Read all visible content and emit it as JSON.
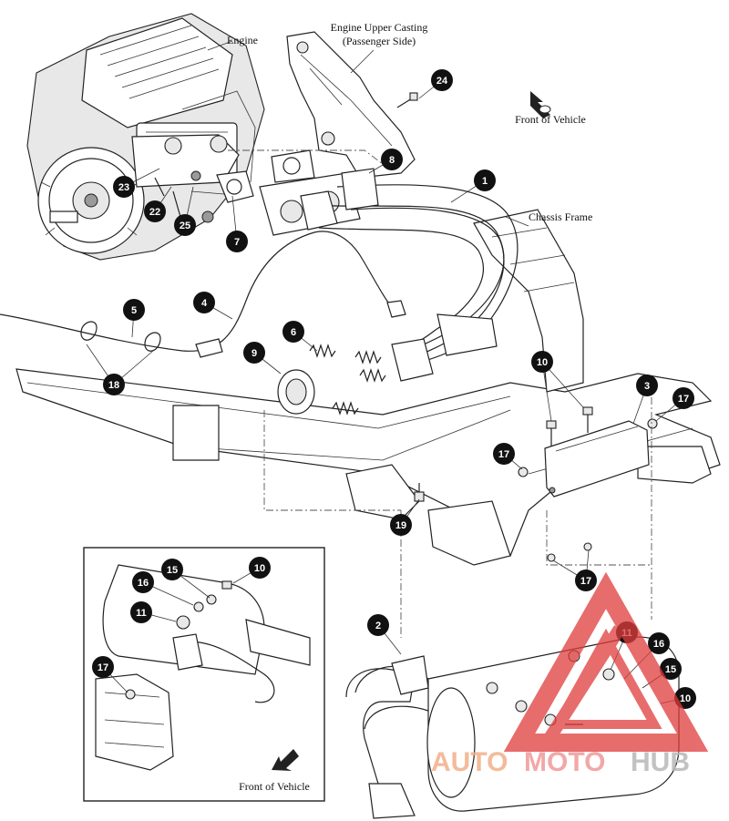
{
  "labels": {
    "engine": "Engine",
    "casting_line1": "Engine Upper Casting",
    "casting_line2": "(Passenger Side)",
    "front_top": "Front of Vehicle",
    "chassis": "Chassis Frame",
    "front_inset": "Front of Vehicle"
  },
  "callouts": [
    "1",
    "2",
    "3",
    "4",
    "5",
    "6",
    "7",
    "8",
    "9",
    "10",
    "10",
    "10",
    "11",
    "11",
    "15",
    "15",
    "16",
    "16",
    "17",
    "17",
    "17",
    "17",
    "18",
    "19",
    "22",
    "23",
    "24",
    "25"
  ],
  "watermark": {
    "part1": "AUTO",
    "part2": "MOTO",
    "part3": "HUB"
  },
  "colors": {
    "callout_fill": "#111111",
    "watermark_red": "#e03c3c",
    "watermark_orange": "#f0a070",
    "watermark_gray": "#9a9a9a"
  }
}
